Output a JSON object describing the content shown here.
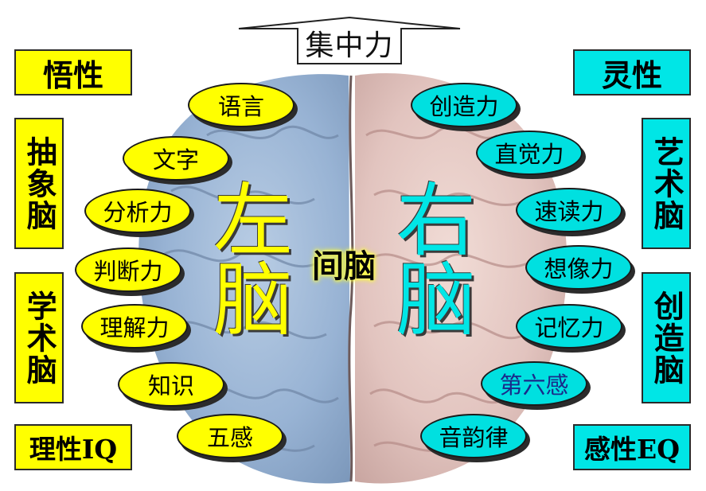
{
  "top": {
    "label": "集中力"
  },
  "center": {
    "left_title": "左脑",
    "right_title": "右脑",
    "middle_label": "间脑"
  },
  "left_column": {
    "heading": "悟性",
    "box1": "抽象脑",
    "box2": "学术脑",
    "footer": "理性IQ"
  },
  "right_column": {
    "heading": "灵性",
    "box1": "艺术脑",
    "box2": "创造脑",
    "footer": "感性EQ"
  },
  "left_ovals": [
    "语言",
    "文字",
    "分析力",
    "判断力",
    "理解力",
    "知识",
    "五感"
  ],
  "right_ovals": [
    "创造力",
    "直觉力",
    "速读力",
    "想像力",
    "记忆力",
    "第六感",
    "音韵律"
  ],
  "colors": {
    "left_fill": "#ffff00",
    "right_fill": "#00e6e6",
    "left_brain": "#9bb6d6",
    "right_brain": "#e6c8c4"
  }
}
